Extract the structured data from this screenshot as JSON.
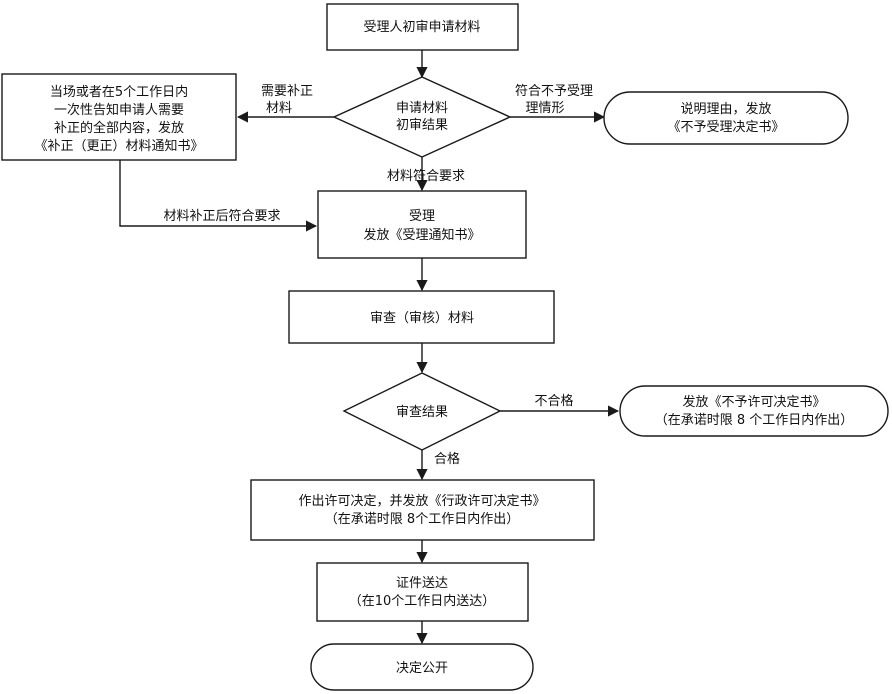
{
  "nodes": {
    "initial_review": "受理人初审申请材料",
    "decision_initial": [
      "申请材料",
      "初审结果"
    ],
    "supplement_notice": [
      "当场或者在5个工作日内",
      "一次性告知申请人需要",
      "补正的全部内容，发放",
      "《补正（更正）材料通知书》"
    ],
    "not_accept": [
      "说明理由，发放",
      "《不予受理决定书》"
    ],
    "accept": [
      "受理",
      "发放《受理通知书》"
    ],
    "examine": "审查（审核）材料",
    "decision_examine": "审查结果",
    "deny": [
      "发放《不予许可决定书》",
      "（在承诺时限 8 个工作日内作出）"
    ],
    "grant": [
      "作出许可决定，并发放《行政许可决定书》",
      "（在承诺时限  8个工作日内作出）"
    ],
    "deliver": [
      "证件送达",
      "（在10个工作日内送达）"
    ],
    "publish": "决定公开"
  },
  "edges": {
    "need_supplement": [
      "需要补正",
      "材料"
    ],
    "not_accept_case": [
      "符合不予受理",
      "理情形"
    ],
    "meets_requirements": "材料符合要求",
    "supplemented": "材料补正后符合要求",
    "fail": "不合格",
    "pass": "合格"
  }
}
